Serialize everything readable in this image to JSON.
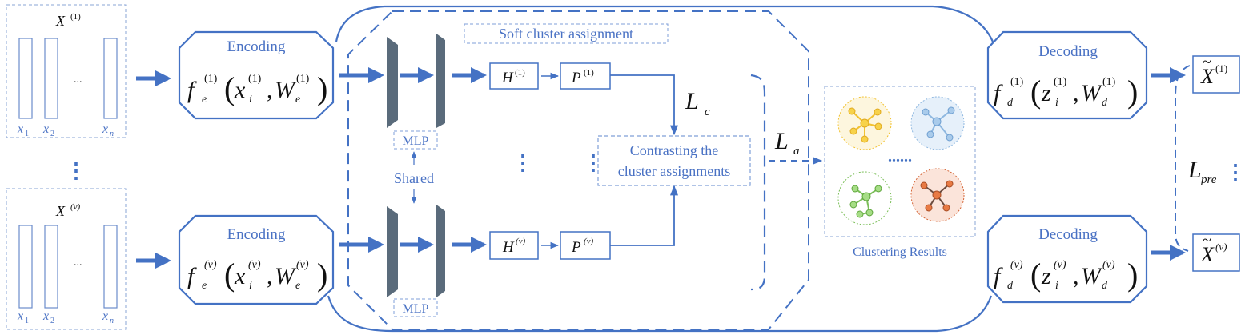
{
  "colors": {
    "accent": "#4472c4",
    "label_blue": "#4a72c4",
    "mlp_bar": "#5a6b7b",
    "text": "#111111",
    "cluster_yellow": "#f2c230",
    "cluster_blue": "#8fb8e0",
    "cluster_green": "#7cbf5a",
    "cluster_orange": "#d6683a"
  },
  "views": {
    "top": {
      "title": "X",
      "title_sup": "(1)",
      "x1_base": "x",
      "x1_sub": "1",
      "x2_base": "x",
      "x2_sub": "2",
      "dots": "...",
      "xn_base": "x",
      "xn_sub": "n"
    },
    "bottom": {
      "title": "X",
      "title_sup": "(v)",
      "x1_base": "x",
      "x1_sub": "1",
      "x2_base": "x",
      "x2_sub": "2",
      "dots": "...",
      "xn_base": "x",
      "xn_sub": "n"
    },
    "between_dots": "⋮"
  },
  "encoders": {
    "top": {
      "label": "Encoding",
      "f": "f",
      "f_sub": "e",
      "f_sup": "(1)",
      "x": "x",
      "x_sub": "i",
      "x_sup": "(1)",
      "comma": ",",
      "w": "W",
      "w_sub": "e",
      "w_sup": "(1)"
    },
    "bottom": {
      "label": "Encoding",
      "f": "f",
      "f_sub": "e",
      "f_sup": "(v)",
      "x": "x",
      "x_sub": "i",
      "x_sup": "(v)",
      "comma": ",",
      "w": "W",
      "w_sub": "e",
      "w_sup": "(v)"
    }
  },
  "soft_cluster": {
    "title": "Soft cluster assignment",
    "mlp_top": "MLP",
    "mlp_bottom": "MLP",
    "shared": "Shared",
    "h_top_base": "H",
    "h_top_sup": "(1)",
    "p_top_base": "P",
    "p_top_sup": "(1)",
    "h_bottom_base": "H",
    "h_bottom_sup": "(v)",
    "p_bottom_base": "P",
    "p_bottom_sup": "(v)",
    "middle_dots": "⋮",
    "contrast_dots": "⋮",
    "contrast_line1": "Contrasting the",
    "contrast_line2": "cluster assignments",
    "lc_base": "L",
    "lc_sub": "c"
  },
  "la_base": "L",
  "la_sub": "a",
  "clustering": {
    "more_dots": "......",
    "label": "Clustering Results"
  },
  "decoders": {
    "top": {
      "label": "Decoding",
      "f": "f",
      "f_sub": "d",
      "f_sup": "(1)",
      "z": "z",
      "z_sub": "i",
      "z_sup": "(1)",
      "comma": ",",
      "w": "W",
      "w_sub": "d",
      "w_sup": "(1)"
    },
    "bottom": {
      "label": "Decoding",
      "f": "f",
      "f_sub": "d",
      "f_sup": "(v)",
      "z": "z",
      "z_sub": "i",
      "z_sup": "(v)",
      "comma": ",",
      "w": "W",
      "w_sub": "d",
      "w_sup": "(v)"
    }
  },
  "outputs": {
    "top_base": "X",
    "top_tilde": "~",
    "top_sup": "(1)",
    "bottom_base": "X",
    "bottom_tilde": "~",
    "bottom_sup": "(v)",
    "lpre_base": "L",
    "lpre_sub": "pre",
    "side_dots": "⋮"
  }
}
